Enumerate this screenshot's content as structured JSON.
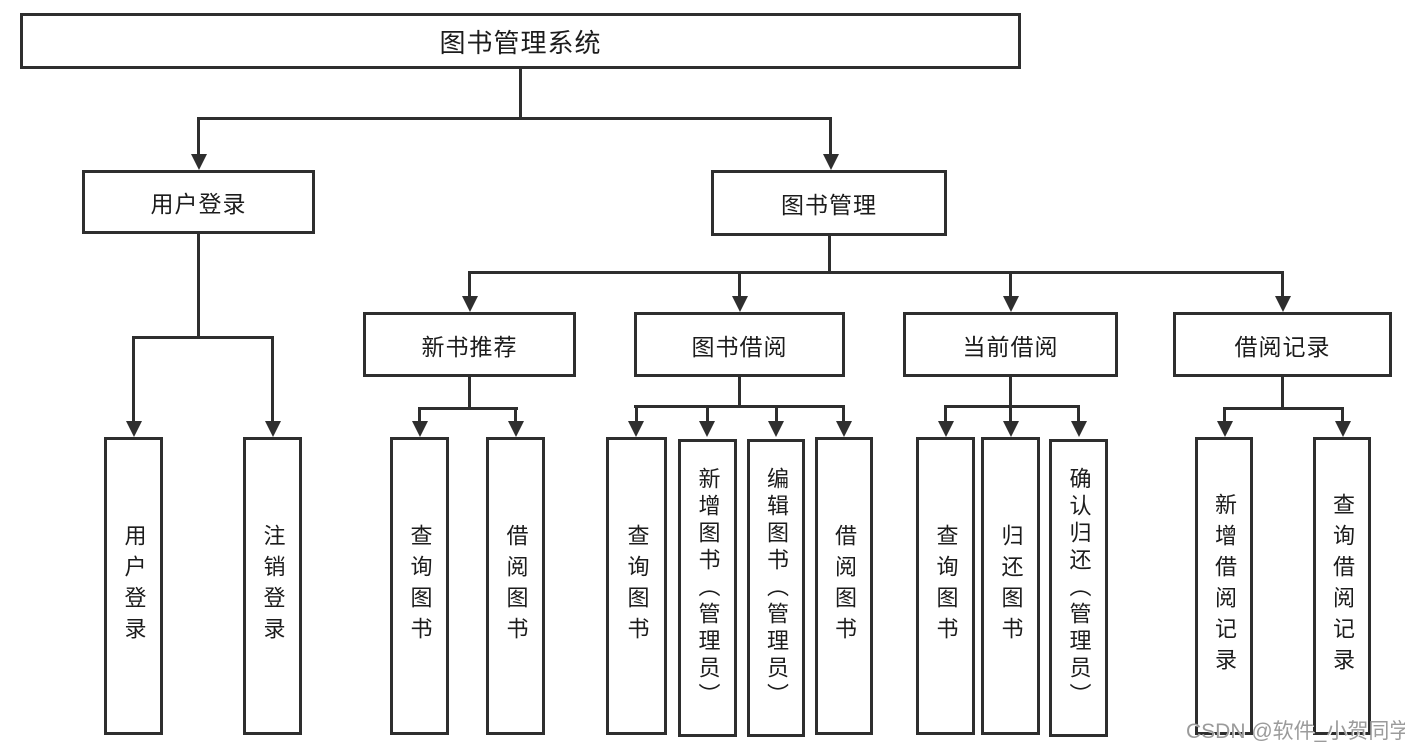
{
  "tree": {
    "root_label": "图书管理系统",
    "branches": [
      {
        "label": "用户登录",
        "children": [
          {
            "label": "用户登录"
          },
          {
            "label": "注销登录"
          }
        ]
      },
      {
        "label": "图书管理",
        "groups": [
          {
            "label": "新书推荐",
            "children": [
              {
                "label": "查询图书"
              },
              {
                "label": "借阅图书"
              }
            ]
          },
          {
            "label": "图书借阅",
            "children": [
              {
                "label": "查询图书"
              },
              {
                "label": "新增图书（管理员）"
              },
              {
                "label": "编辑图书（管理员）"
              },
              {
                "label": "借阅图书"
              }
            ]
          },
          {
            "label": "当前借阅",
            "children": [
              {
                "label": "查询图书"
              },
              {
                "label": "归还图书"
              },
              {
                "label": "确认归还（管理员）"
              }
            ]
          },
          {
            "label": "借阅记录",
            "children": [
              {
                "label": "新增借阅记录"
              },
              {
                "label": "查询借阅记录"
              }
            ]
          }
        ]
      }
    ]
  },
  "watermark": "CSDN @软件_小贺同学",
  "colors": {
    "line": "#2e2e2e",
    "text": "#1c1c1c",
    "background": "#ffffff",
    "watermark": "#9b9b9b"
  }
}
